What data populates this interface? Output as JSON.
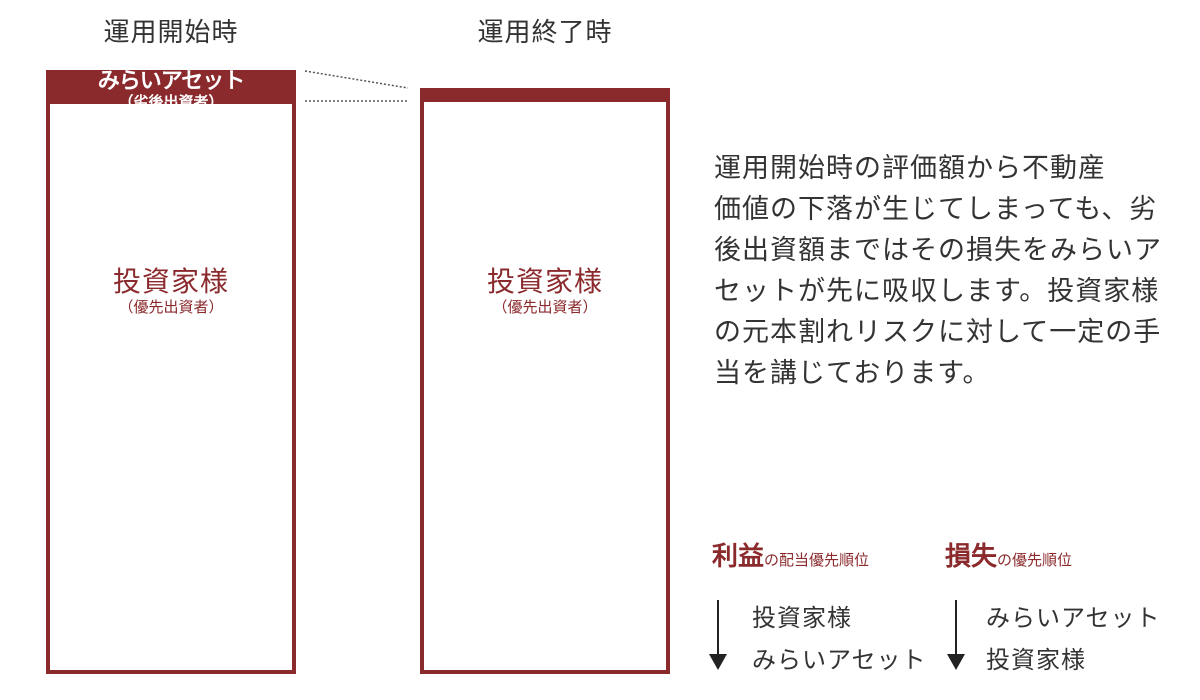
{
  "columns": {
    "start": {
      "heading": "運用開始時"
    },
    "end": {
      "heading": "運用終了時"
    }
  },
  "tranches": {
    "subordinate": {
      "name": "みらいアセット",
      "role": "（劣後出資者）"
    },
    "senior": {
      "name": "投資家様",
      "role": "（優先出資者）"
    }
  },
  "description": [
    "運用開始時の評価額から不動産",
    "価値の下落が生じてしまっても、劣",
    "後出資額まではその損失をみらいア",
    "セットが先に吸収します。投資家様",
    "の元本割れリスクに対して一定の手",
    "当を講じております。"
  ],
  "priority": {
    "profit": {
      "title": "利益",
      "subtitle": "の配当優先順位",
      "order": [
        "投資家様",
        "みらいアセット"
      ]
    },
    "loss": {
      "title": "損失",
      "subtitle": "の優先順位",
      "order": [
        "みらいアセット",
        "投資家様"
      ]
    }
  },
  "colors": {
    "accent": "#8b2a2d",
    "text": "#333333",
    "background": "#ffffff"
  }
}
